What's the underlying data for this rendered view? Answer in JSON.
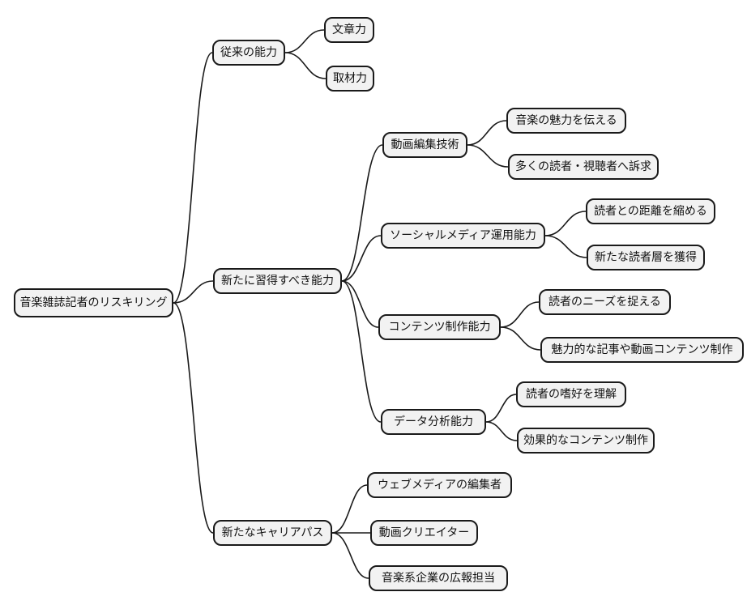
{
  "mindmap": {
    "title": "音楽雑誌記者のリスキリング",
    "root": {
      "label": "音楽雑誌記者のリスキリング"
    },
    "branches": [
      {
        "label": "従来の能力",
        "children": [
          {
            "label": "文章力"
          },
          {
            "label": "取材力"
          }
        ]
      },
      {
        "label": "新たに習得すべき能力",
        "children": [
          {
            "label": "動画編集技術",
            "children": [
              {
                "label": "音楽の魅力を伝える"
              },
              {
                "label": "多くの読者・視聴者へ訴求"
              }
            ]
          },
          {
            "label": "ソーシャルメディア運用能力",
            "children": [
              {
                "label": "読者との距離を縮める"
              },
              {
                "label": "新たな読者層を獲得"
              }
            ]
          },
          {
            "label": "コンテンツ制作能力",
            "children": [
              {
                "label": "読者のニーズを捉える"
              },
              {
                "label": "魅力的な記事や動画コンテンツ制作"
              }
            ]
          },
          {
            "label": "データ分析能力",
            "children": [
              {
                "label": "読者の嗜好を理解"
              },
              {
                "label": "効果的なコンテンツ制作"
              }
            ]
          }
        ]
      },
      {
        "label": "新たなキャリアパス",
        "children": [
          {
            "label": "ウェブメディアの編集者"
          },
          {
            "label": "動画クリエイター"
          },
          {
            "label": "音楽系企業の広報担当"
          }
        ]
      }
    ],
    "style": {
      "node_fill": "#f2f2f2",
      "node_border": "#1a1a1a",
      "line_color": "#1a1a1a",
      "background": "#ffffff",
      "text_color": "#111111"
    }
  }
}
